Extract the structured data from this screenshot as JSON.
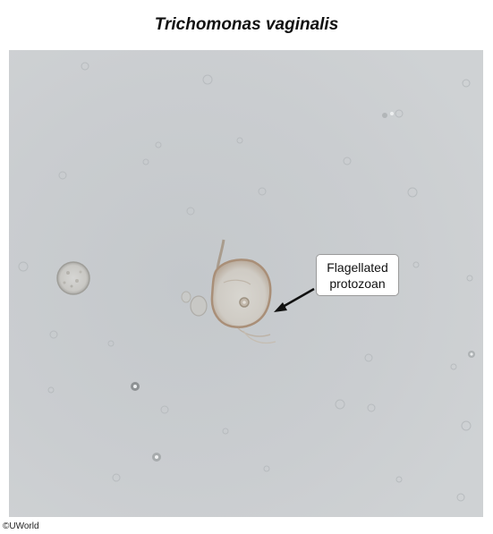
{
  "title": "Trichomonas vaginalis",
  "callout": {
    "line1": "Flagellated",
    "line2": "protozoan"
  },
  "copyright": "©UWorld",
  "image": {
    "background_color": "#cbcfd1",
    "subject": "trichomonas-organism"
  }
}
